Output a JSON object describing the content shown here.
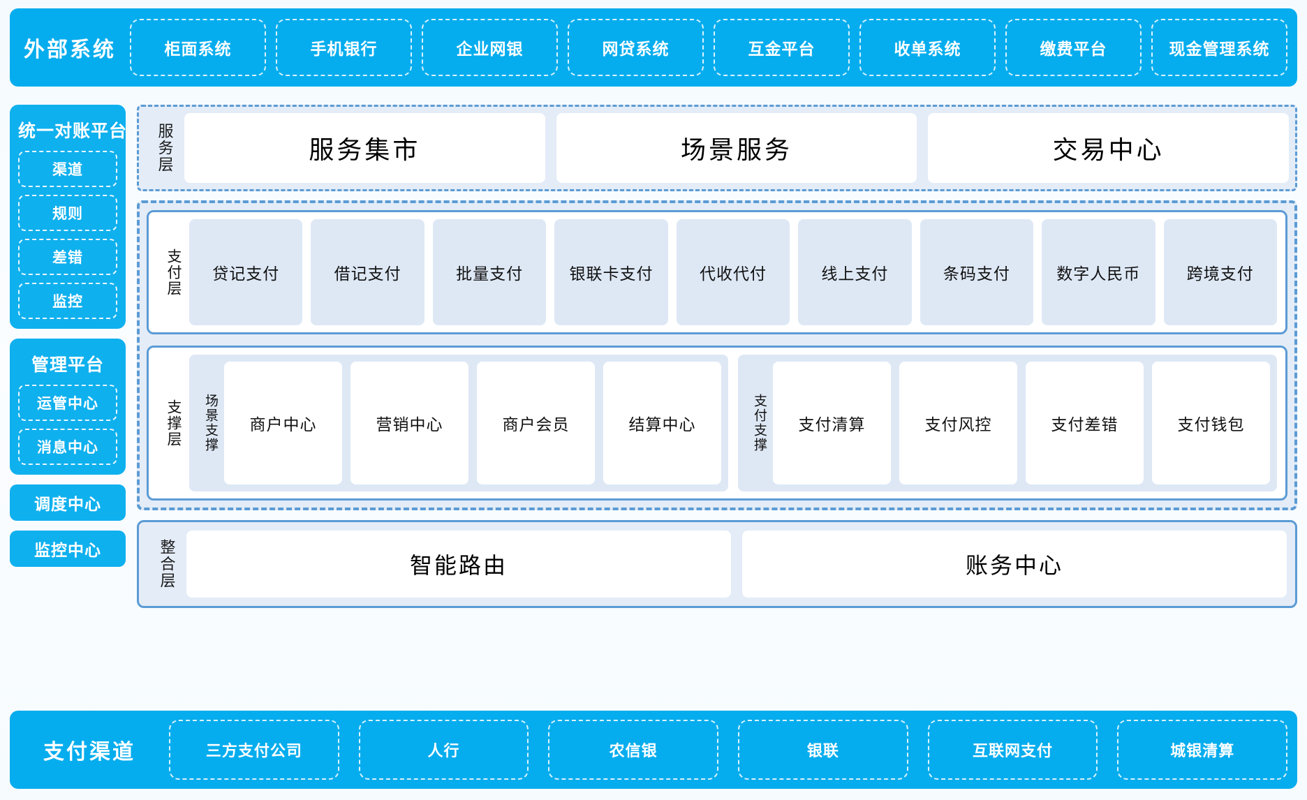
{
  "colors": {
    "brand_cyan": "#06ADEE",
    "sidebar_cyan": "#0FB0EE",
    "dashed_blue": "#5B9BD5",
    "panel_fill": "#E3ECF7",
    "chip_fill": "#DEE8F5",
    "card_white": "#FFFFFF"
  },
  "external": {
    "title": "外部系统",
    "items": [
      "柜面系统",
      "手机银行",
      "企业网银",
      "网贷系统",
      "互金平台",
      "收单系统",
      "缴费平台",
      "现金管理系统"
    ]
  },
  "sidebar": {
    "recon_platform": {
      "title": "统一对账平台",
      "items": [
        "渠道",
        "规则",
        "差错",
        "监控"
      ]
    },
    "mgmt_platform": {
      "title": "管理平台",
      "items": [
        "运管中心",
        "消息中心"
      ]
    },
    "standalone": [
      "调度中心",
      "监控中心"
    ]
  },
  "service_layer": {
    "label": "服务层",
    "cards": [
      "服务集市",
      "场景服务",
      "交易中心"
    ]
  },
  "payment_layer": {
    "label": "支付层",
    "cards": [
      "贷记支付",
      "借记支付",
      "批量支付",
      "银联卡支付",
      "代收代付",
      "线上支付",
      "条码支付",
      "数字人民币",
      "跨境支付"
    ]
  },
  "support_layer": {
    "label": "支撑层",
    "groups": [
      {
        "label": "场景支撑",
        "cards": [
          "商户中心",
          "营销中心",
          "商户会员",
          "结算中心"
        ]
      },
      {
        "label": "支付支撑",
        "cards": [
          "支付清算",
          "支付风控",
          "支付差错",
          "支付钱包"
        ]
      }
    ]
  },
  "integration_layer": {
    "label": "整合层",
    "cards": [
      "智能路由",
      "账务中心"
    ]
  },
  "channel": {
    "title": "支付渠道",
    "items": [
      "三方支付公司",
      "人行",
      "农信银",
      "银联",
      "互联网支付",
      "城银清算"
    ]
  }
}
